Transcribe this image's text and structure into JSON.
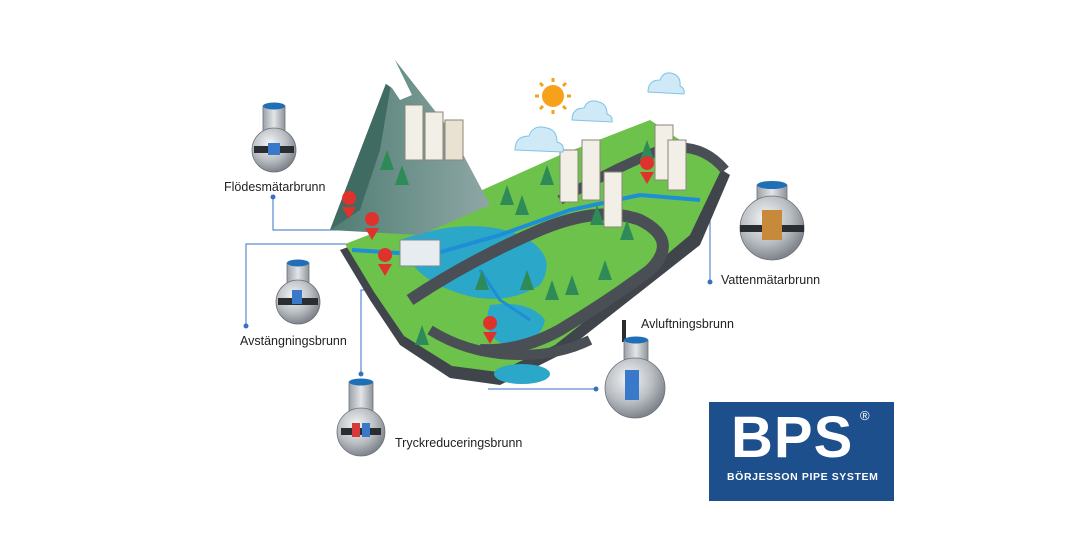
{
  "labels": {
    "flow": "Flödesmätarbrunn",
    "shutoff": "Avstängningsbrunn",
    "pressure": "Tryckreduceringsbrunn",
    "venting": "Avluftningsbrunn",
    "meter": "Vattenmätarbrunn"
  },
  "logo": {
    "mark": "BPS",
    "registered": "®",
    "company": "BÖRJESSON PIPE SYSTEM"
  },
  "colors": {
    "brand": "#1d4f8c",
    "grass": "#6cc24a",
    "water": "#2aa7c9",
    "pipe": "#1e8fd6",
    "road": "#4a4f55",
    "pin": "#e0322d",
    "connector": "#3a6fc4"
  }
}
